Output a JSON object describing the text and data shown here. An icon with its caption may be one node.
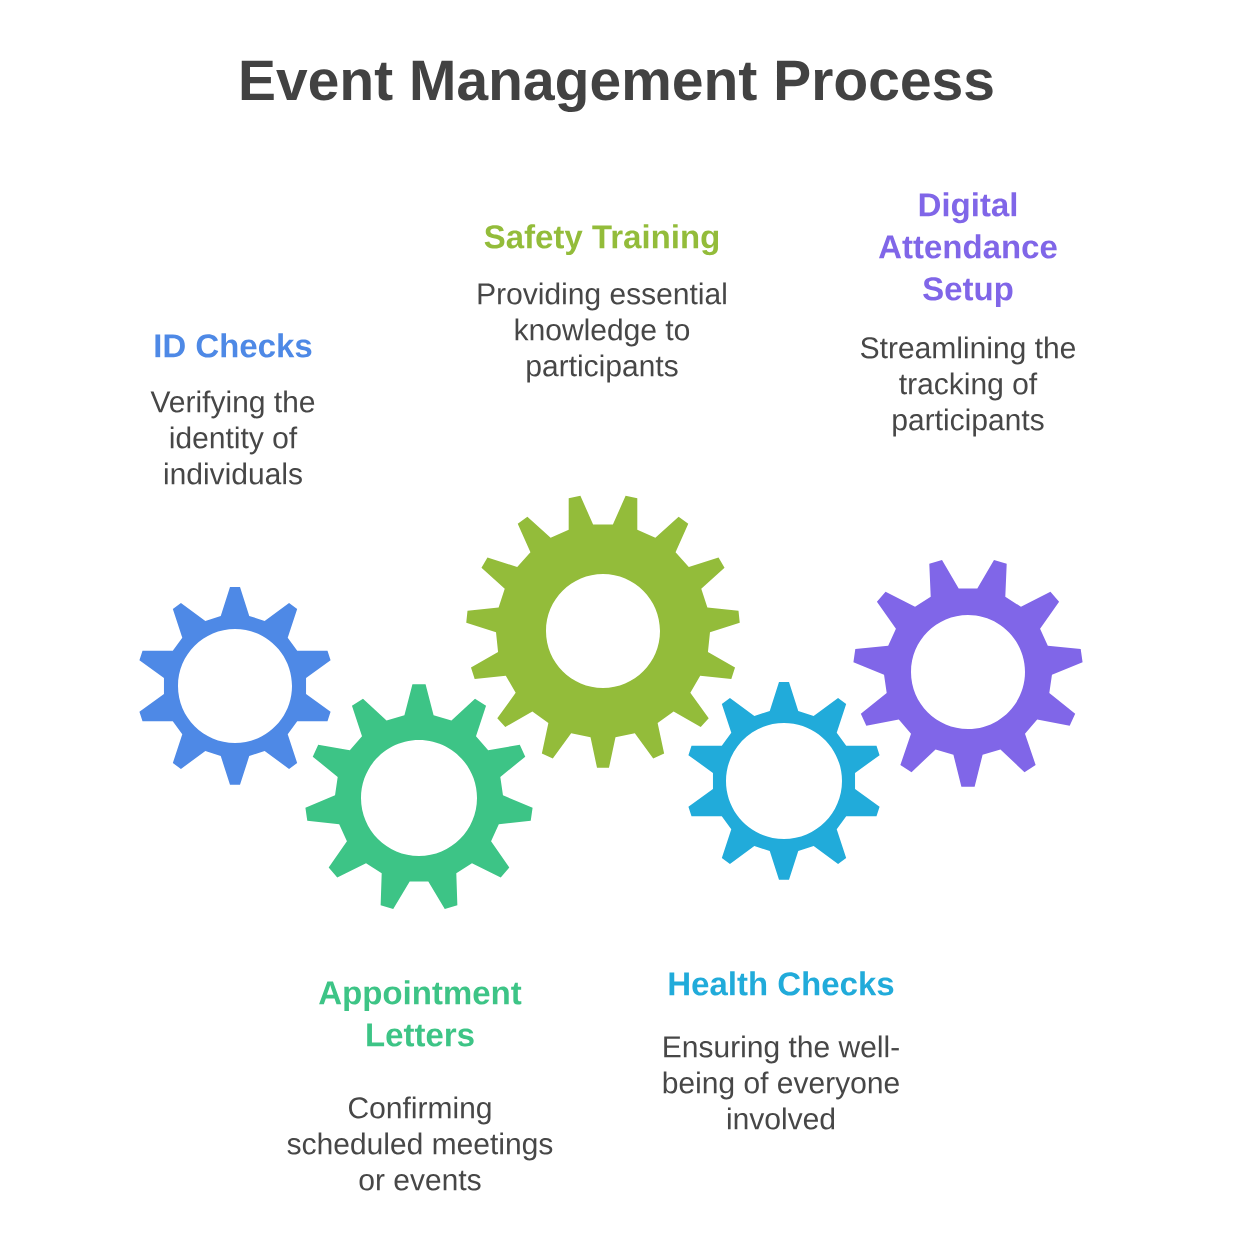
{
  "diagram": {
    "title": "Event Management Process",
    "nodes": [
      {
        "text": [
          "ID Checks",
          "Verifying the identity of individuals"
        ]
      },
      {
        "text": [
          "Appointment Letters",
          "Confirming scheduled meetings or events"
        ]
      },
      {
        "text": [
          "Safety Training",
          "Providing essential knowledge to participants"
        ]
      },
      {
        "text": [
          "Health Checks",
          "Ensuring the well-being of everyone involved"
        ]
      },
      {
        "text": [
          "Digital Attendance Setup",
          "Streamlining the tracking of participants"
        ]
      }
    ]
  }
}
